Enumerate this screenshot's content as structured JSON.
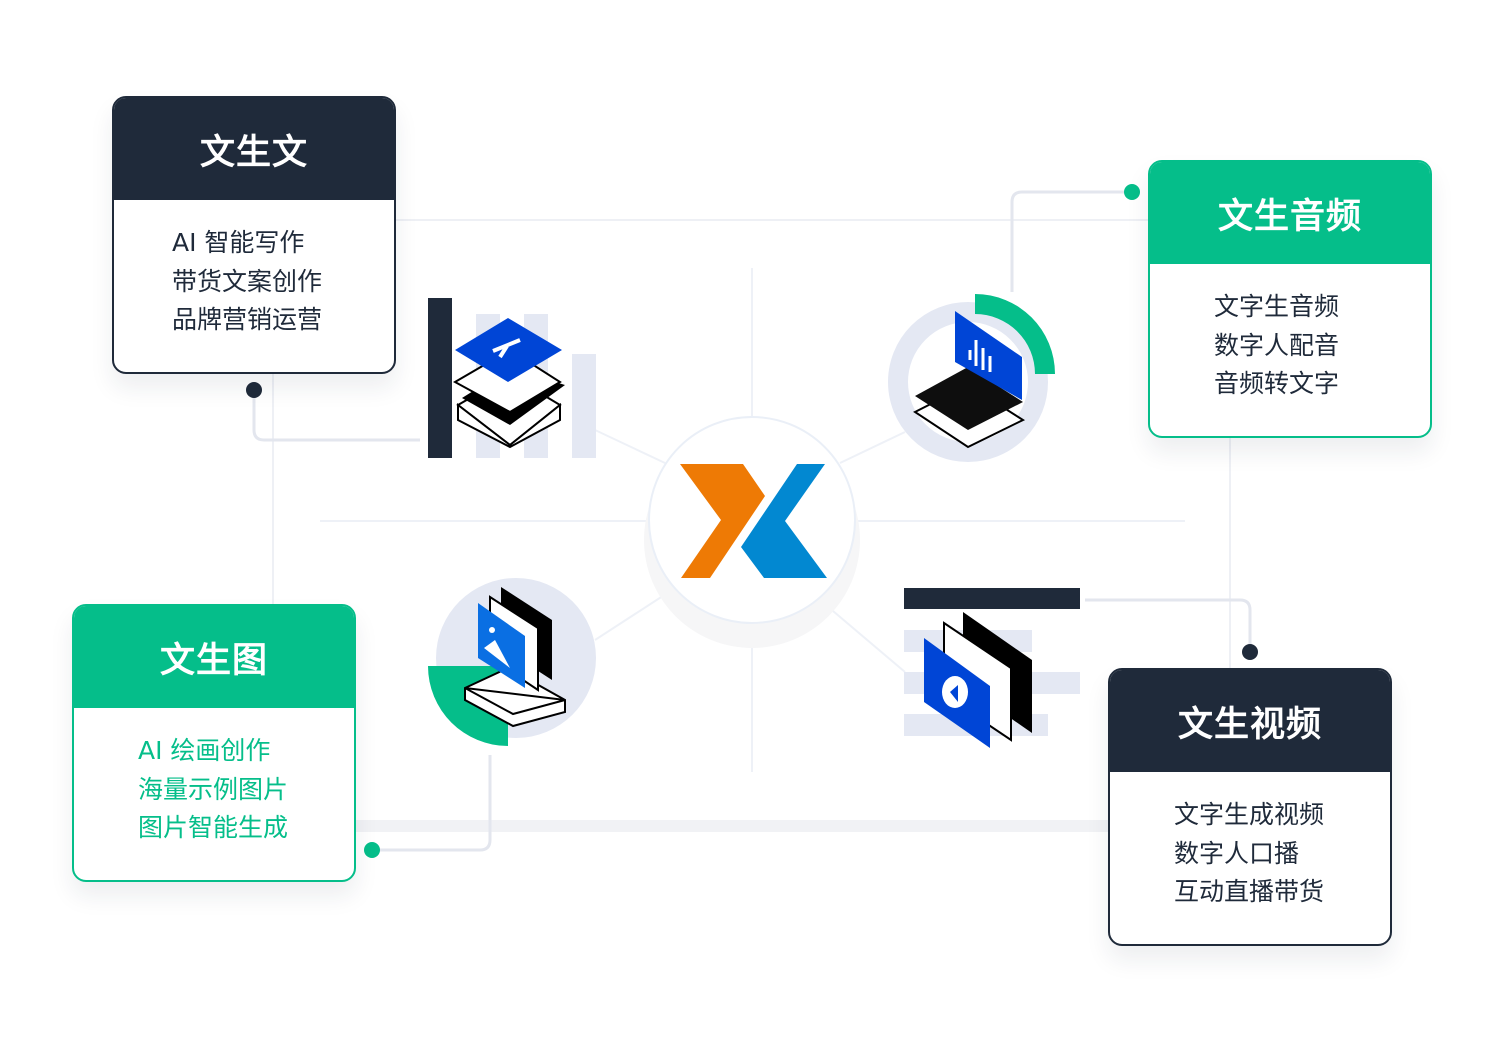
{
  "cards": {
    "text_to_text": {
      "title": "文生文",
      "items": [
        "AI 智能写作",
        "带货文案创作",
        "品牌营销运营"
      ]
    },
    "text_to_audio": {
      "title": "文生音频",
      "items": [
        "文字生音频",
        "数字人配音",
        "音频转文字"
      ]
    },
    "text_to_image": {
      "title": "文生图",
      "items": [
        "AI 绘画创作",
        "海量示例图片",
        "图片智能生成"
      ]
    },
    "text_to_video": {
      "title": "文生视频",
      "items": [
        "文字生成视频",
        "数字人口播",
        "互动直播带货"
      ]
    }
  },
  "colors": {
    "dark": "#1f2a3a",
    "green": "#05be8a",
    "blue": "#0045d6",
    "orange": "#ee7a05",
    "logo_blue": "#0288d1",
    "line": "#e8ebf2"
  }
}
